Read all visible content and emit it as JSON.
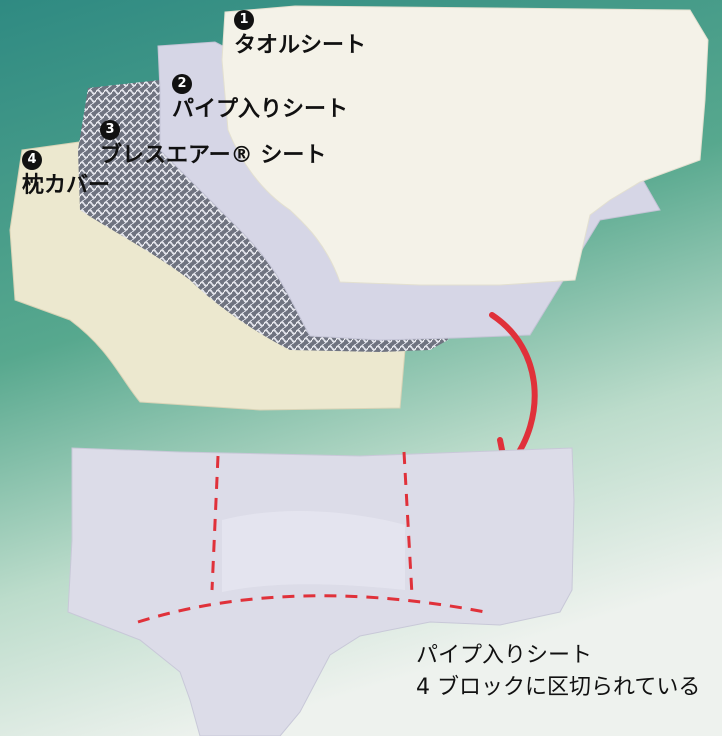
{
  "colors": {
    "background_top": "#2f8a82",
    "background_bottom": "#eef2ee",
    "towel": "#f3f1e6",
    "pipe_sheet": "#d6d6e6",
    "mesh": "#7c7f8c",
    "pillow_cover": "#ece8cf",
    "arrow": "#e0313a",
    "dashed_line": "#e0313a"
  },
  "layers": [
    {
      "number": "1",
      "name": "タオルシート"
    },
    {
      "number": "2",
      "name": "パイプ入りシート"
    },
    {
      "number": "3",
      "name": "ブレスエアー® シート"
    },
    {
      "number": "4",
      "name": "枕カバー"
    }
  ],
  "caption": {
    "line1": "パイプ入りシート",
    "line2": "4 ブロックに区切られている"
  }
}
